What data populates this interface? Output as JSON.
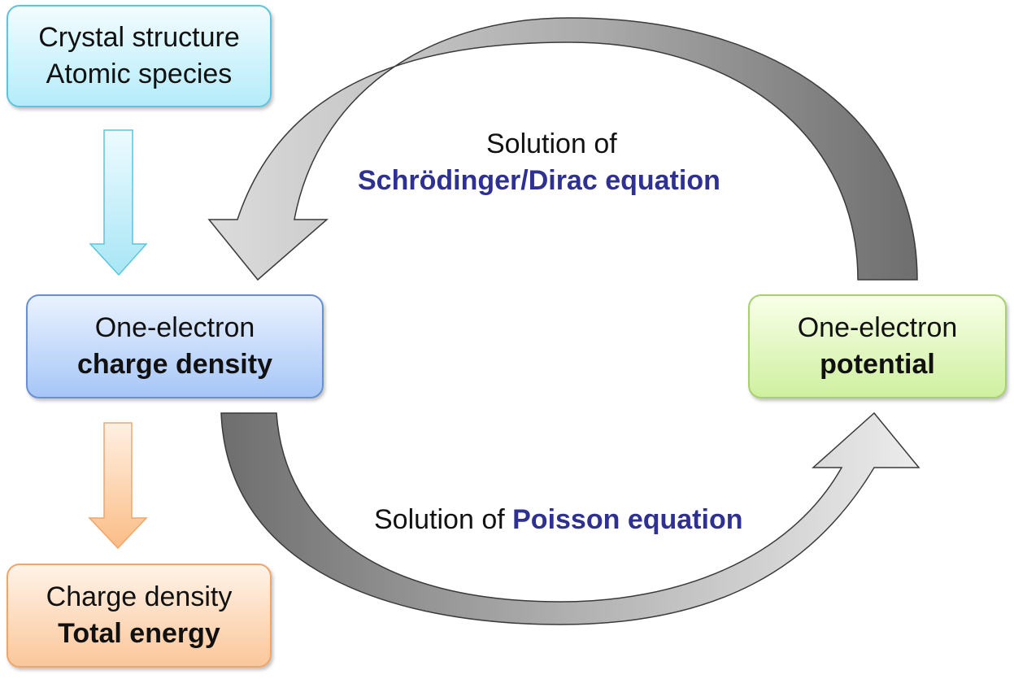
{
  "boxes": {
    "input": {
      "line1": "Crystal structure",
      "line2": "Atomic species"
    },
    "density": {
      "line1": "One-electron",
      "line2": "charge density"
    },
    "potential": {
      "line1": "One-electron",
      "line2": "potential"
    },
    "output": {
      "line1": "Charge density",
      "line2": "Total energy"
    }
  },
  "labels": {
    "top_prefix": "Solution of",
    "top_equation": "Schrödinger/Dirac equation",
    "bottom_prefix": "Solution of",
    "bottom_equation": "Poisson equation"
  },
  "colors": {
    "equation_accent": "#2e3192",
    "input_border": "#5cc4dc",
    "density_border": "#6a8fd0",
    "potential_border": "#a8d070",
    "output_border": "#f0a56a"
  }
}
